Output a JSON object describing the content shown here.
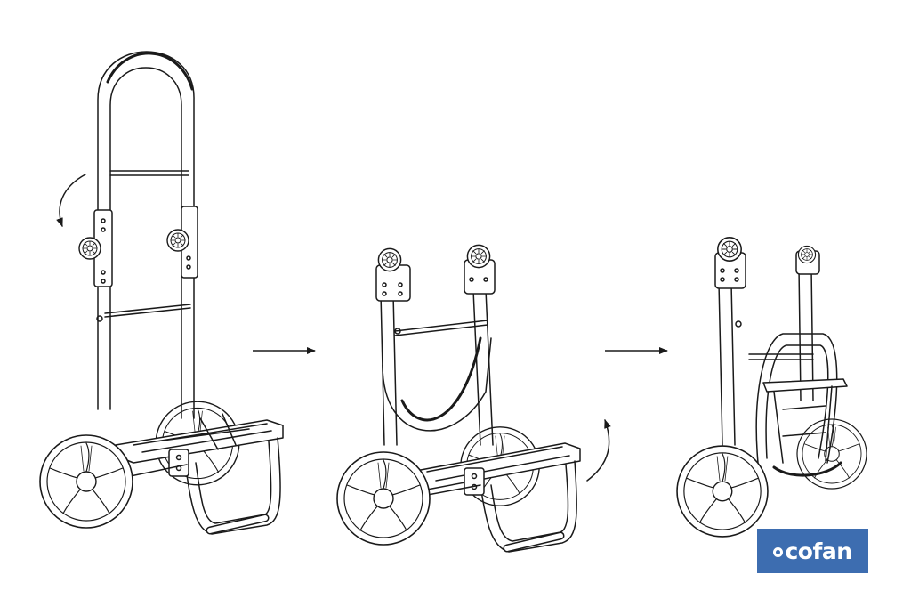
{
  "brand": {
    "logo_text": "cofan",
    "logo_color": "#3d6db0",
    "logo_icon": "magnifier-dot-icon"
  },
  "diagram": {
    "steps": [
      "trolley-unfolded",
      "trolley-handle-folding",
      "trolley-folded"
    ],
    "connectors": [
      "arrow-right",
      "arrow-right"
    ],
    "rotation_indicators": [
      "curved-arrow-down",
      "curved-arrow-up"
    ],
    "line_color": "#1a1a1a"
  }
}
